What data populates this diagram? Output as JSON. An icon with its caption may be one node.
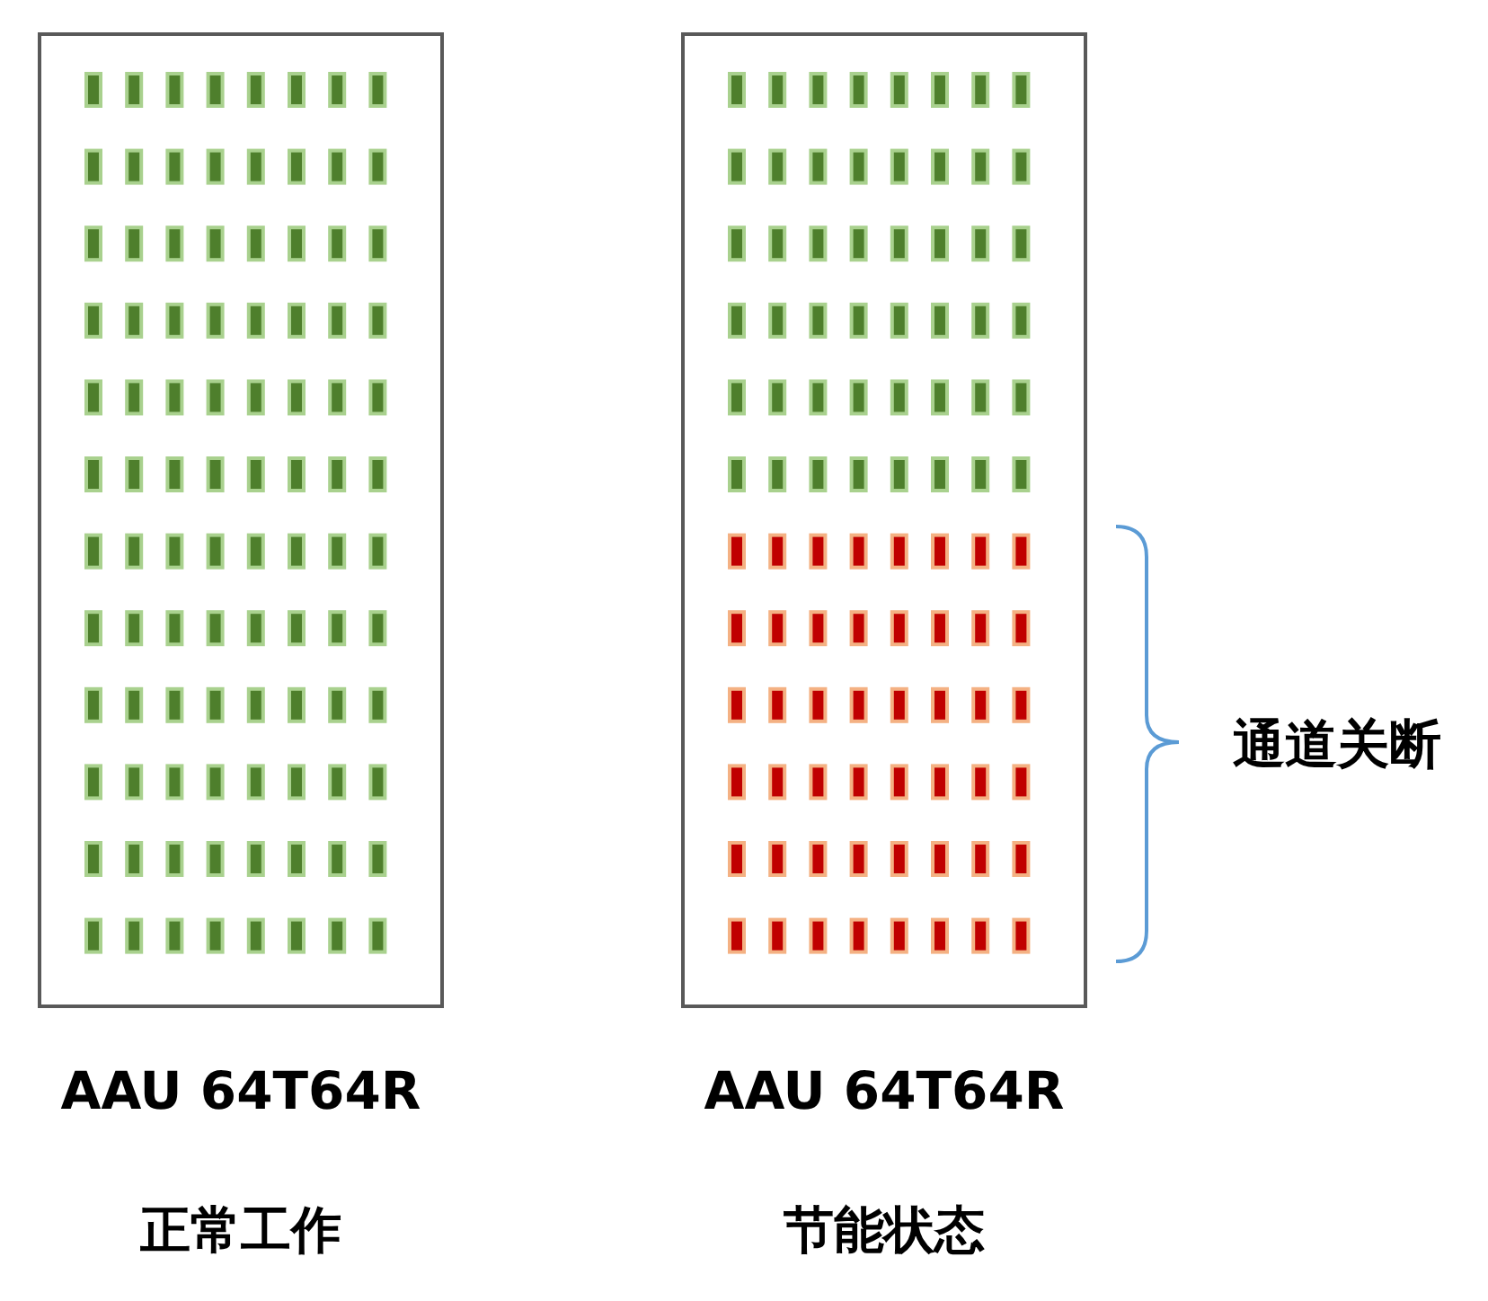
{
  "diagram": {
    "nodes": [
      {
        "text": [],
        "shape": "box",
        "beside": [
          "AAU 64T64R",
          "正常工作"
        ]
      },
      {
        "text": [],
        "shape": "box",
        "beside": [
          "AAU 64T64R",
          "节能状态"
        ]
      }
    ],
    "labels": [
      "通道关断"
    ]
  }
}
